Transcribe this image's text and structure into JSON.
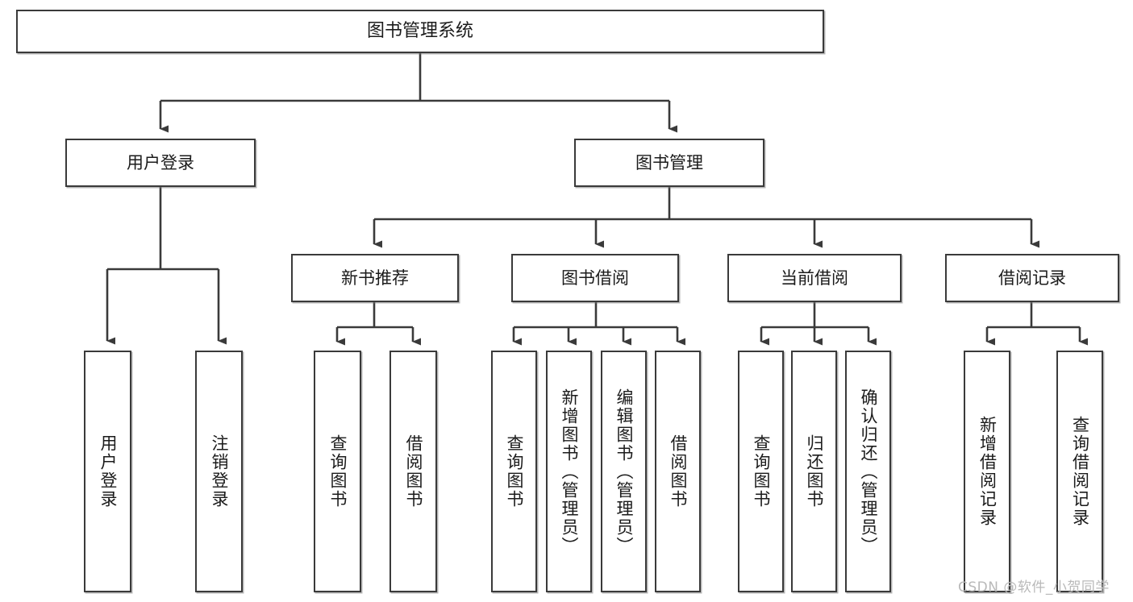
{
  "diagram": {
    "type": "tree-hierarchy-chart",
    "title": "图书管理系统",
    "watermark": "CSDN @软件_小贺同学",
    "colors": {
      "node_border": "#3a3a3a",
      "node_fill": "#ffffff",
      "edge": "#3a3a3a",
      "text": "#1b1b1b",
      "watermark": "#b9b9b9",
      "background": "#ffffff"
    },
    "root": {
      "label": "图书管理系统"
    },
    "level2": [
      {
        "label": "用户登录"
      },
      {
        "label": "图书管理"
      }
    ],
    "level3": [
      {
        "label": "新书推荐"
      },
      {
        "label": "图书借阅"
      },
      {
        "label": "当前借阅"
      },
      {
        "label": "借阅记录"
      }
    ],
    "leaves": {
      "user_login": [
        {
          "label": "用户登录"
        },
        {
          "label": "注销登录"
        }
      ],
      "new_book_recommend": [
        {
          "label": "查询图书"
        },
        {
          "label": "借阅图书"
        }
      ],
      "book_borrow": [
        {
          "label": "查询图书"
        },
        {
          "label": "新增图书（管理员）"
        },
        {
          "label": "编辑图书（管理员）"
        },
        {
          "label": "借阅图书"
        }
      ],
      "current_borrow": [
        {
          "label": "查询图书"
        },
        {
          "label": "归还图书"
        },
        {
          "label": "确认归还（管理员）"
        }
      ],
      "borrow_record": [
        {
          "label": "新增借阅记录"
        },
        {
          "label": "查询借阅记录"
        }
      ]
    }
  }
}
